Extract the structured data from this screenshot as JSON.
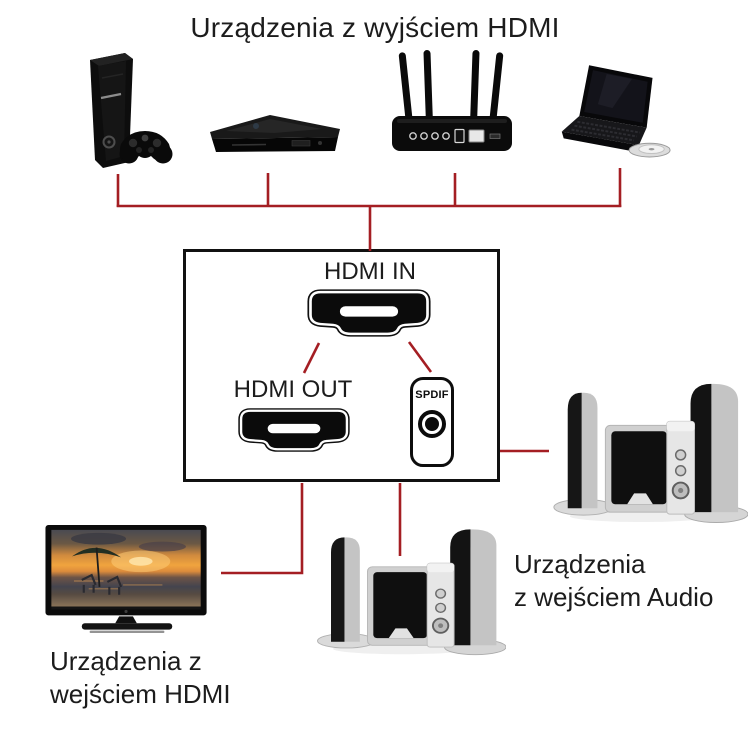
{
  "title": "Urządzenia z wyjściem HDMI",
  "splitter_box": {
    "hdmi_in_label": "HDMI IN",
    "hdmi_out_label": "HDMI OUT",
    "spdif_label": "SPDIF"
  },
  "labels": {
    "audio_devices_line1": "Urządzenia",
    "audio_devices_line2": "z wejściem Audio",
    "hdmi_devices_line1": "Urządzenia z",
    "hdmi_devices_line2": "wejściem HDMI"
  },
  "devices": {
    "sources": [
      "game-console-with-controller",
      "blu-ray-player",
      "router-set-top-box",
      "laptop"
    ],
    "sinks": [
      "speaker-system-right",
      "tv-with-beach-scene",
      "speaker-system-bottom"
    ]
  },
  "colors": {
    "connector_line": "#a41e23",
    "box_border": "#111111",
    "text": "#1f1f1f",
    "background": "#ffffff"
  }
}
